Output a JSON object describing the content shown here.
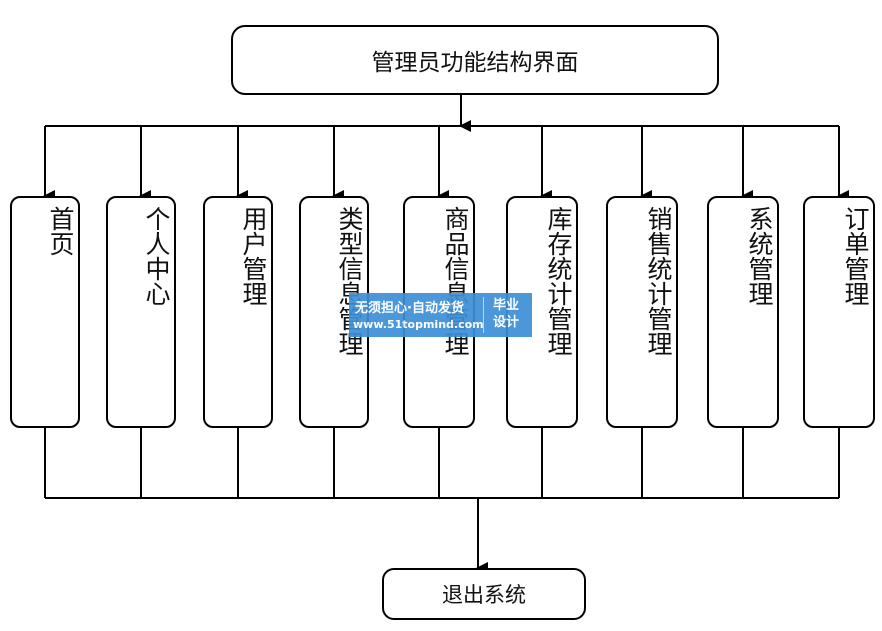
{
  "diagram": {
    "root": "管理员功能结构界面",
    "modules": [
      {
        "label": "首页"
      },
      {
        "label": "个人中心"
      },
      {
        "label": "用户管理"
      },
      {
        "label": "类型信息管理"
      },
      {
        "label": "商品信息管理"
      },
      {
        "label": "库存统计管理"
      },
      {
        "label": "销售统计管理"
      },
      {
        "label": "系统管理"
      },
      {
        "label": "订单管理"
      }
    ],
    "exit": "退出系统"
  },
  "watermark": {
    "line1": "无须担心·自动发货",
    "line2": "www.51topmind.com",
    "badge_line1": "毕业",
    "badge_line2": "设计"
  },
  "paragraph_mark": "↵"
}
